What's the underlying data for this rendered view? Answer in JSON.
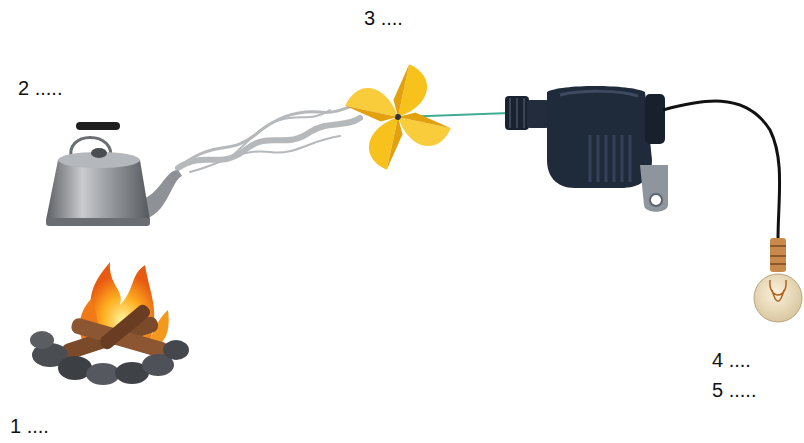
{
  "diagram": {
    "labels": [
      "1 ....",
      "2 .....",
      "3 ....",
      "4 ....",
      "5 ....."
    ]
  }
}
